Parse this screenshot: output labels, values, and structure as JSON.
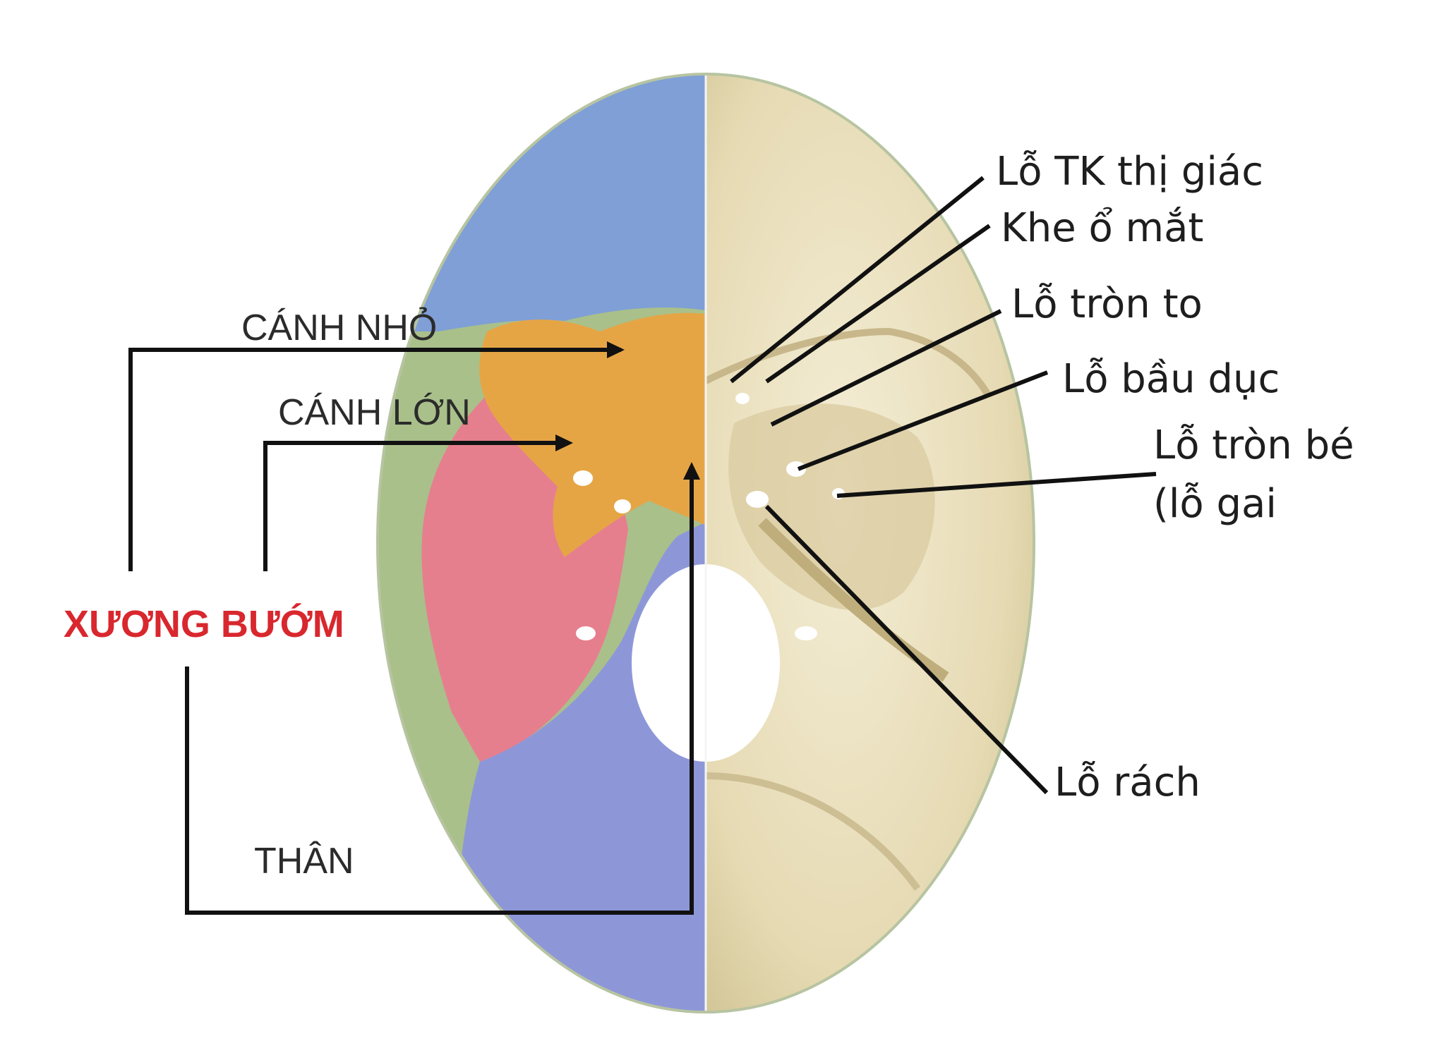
{
  "title": {
    "label": "XƯƠNG BƯỚM",
    "color": "#d9272e"
  },
  "left_labels": {
    "lesser_wing": "CÁNH NHỎ",
    "greater_wing": "CÁNH LỚN",
    "body": "THÂN"
  },
  "right_labels": {
    "optic_canal": "Lỗ TK thị giác",
    "orbital_fissure": "Khe ổ mắt",
    "foramen_rotundum": "Lỗ tròn to",
    "foramen_ovale": "Lỗ bầu dục",
    "foramen_spinosum_line1": "Lỗ tròn bé",
    "foramen_spinosum_line2": "(lỗ gai",
    "foramen_lacerum": "Lỗ rách"
  },
  "colors": {
    "frontal_bone": "#7f9fd6",
    "parietal_band": "#a9c08a",
    "sphenoid_bone": "#e6a545",
    "temporal_bone": "#e57f8e",
    "occipital_bone": "#8d97d8",
    "natural_bone": "#e7dcb9"
  }
}
